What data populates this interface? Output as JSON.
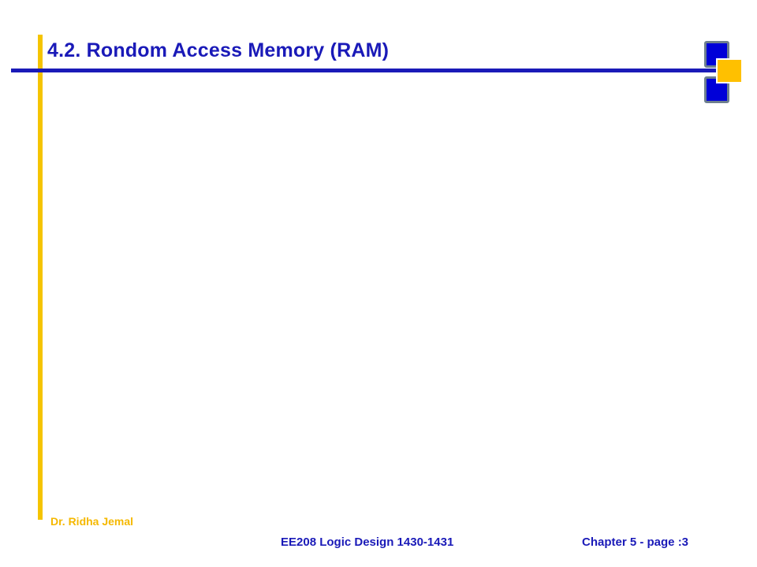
{
  "slide": {
    "title": "4.2. Rondom Access Memory (RAM)",
    "footer": {
      "author": "Dr. Ridha Jemal",
      "course": "EE208 Logic Design 1430-1431",
      "page": "Chapter 5 - page :3"
    }
  },
  "colors": {
    "title_blue": "#1a1ab8",
    "accent_yellow": "#f5c400",
    "square_blue": "#0000d8",
    "square_yellow": "#ffc000"
  }
}
